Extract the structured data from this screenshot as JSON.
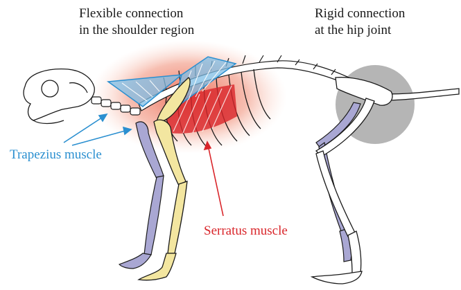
{
  "labels": {
    "shoulder_line1": "Flexible connection",
    "shoulder_line2": "in the shoulder region",
    "hip_line1": "Rigid connection",
    "hip_line2": "at the hip joint",
    "trapezius": "Trapezius muscle",
    "serratus": "Serratus muscle"
  },
  "colors": {
    "trapezius": "#2a8fd0",
    "serratus": "#d9252a",
    "shoulder_glow": "#f0846e",
    "hip_joint": "#a8a8a8",
    "forelimb_bone": "#f3e6a0",
    "limb_shade": "#a9a7d3",
    "bone_outline": "#1a1a1a"
  },
  "icons": [
    "cat-skeleton",
    "trapezius-muscle",
    "serratus-muscle",
    "hip-joint-marker"
  ]
}
